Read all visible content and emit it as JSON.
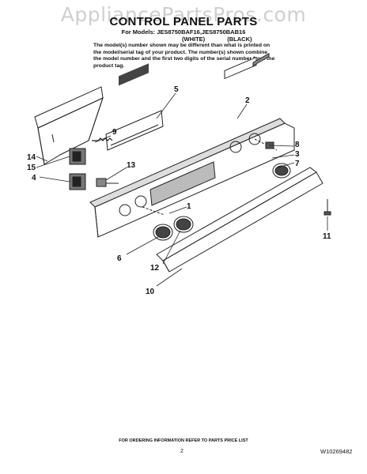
{
  "watermark": "AppliancePartsPros.com",
  "header": {
    "title": "CONTROL PANEL PARTS",
    "models": "For Models: JES8750BAF16,JES8750BAB16",
    "color_white": "(WHITE)",
    "color_black": "(BLACK)",
    "note": "The model(s) number shown may be different than what is printed on the model/serial tag of your product. The number(s) shown combine the model number and the first two digits of the serial number from the product tag."
  },
  "callouts": [
    "5",
    "2",
    "9",
    "8",
    "3",
    "7",
    "14",
    "15",
    "13",
    "4",
    "1",
    "11",
    "6",
    "12",
    "10"
  ],
  "footer": {
    "ordering": "FOR ORDERING INFORMATION REFER TO PARTS PRICE LIST",
    "page": "2",
    "doc_id": "W10269482"
  }
}
